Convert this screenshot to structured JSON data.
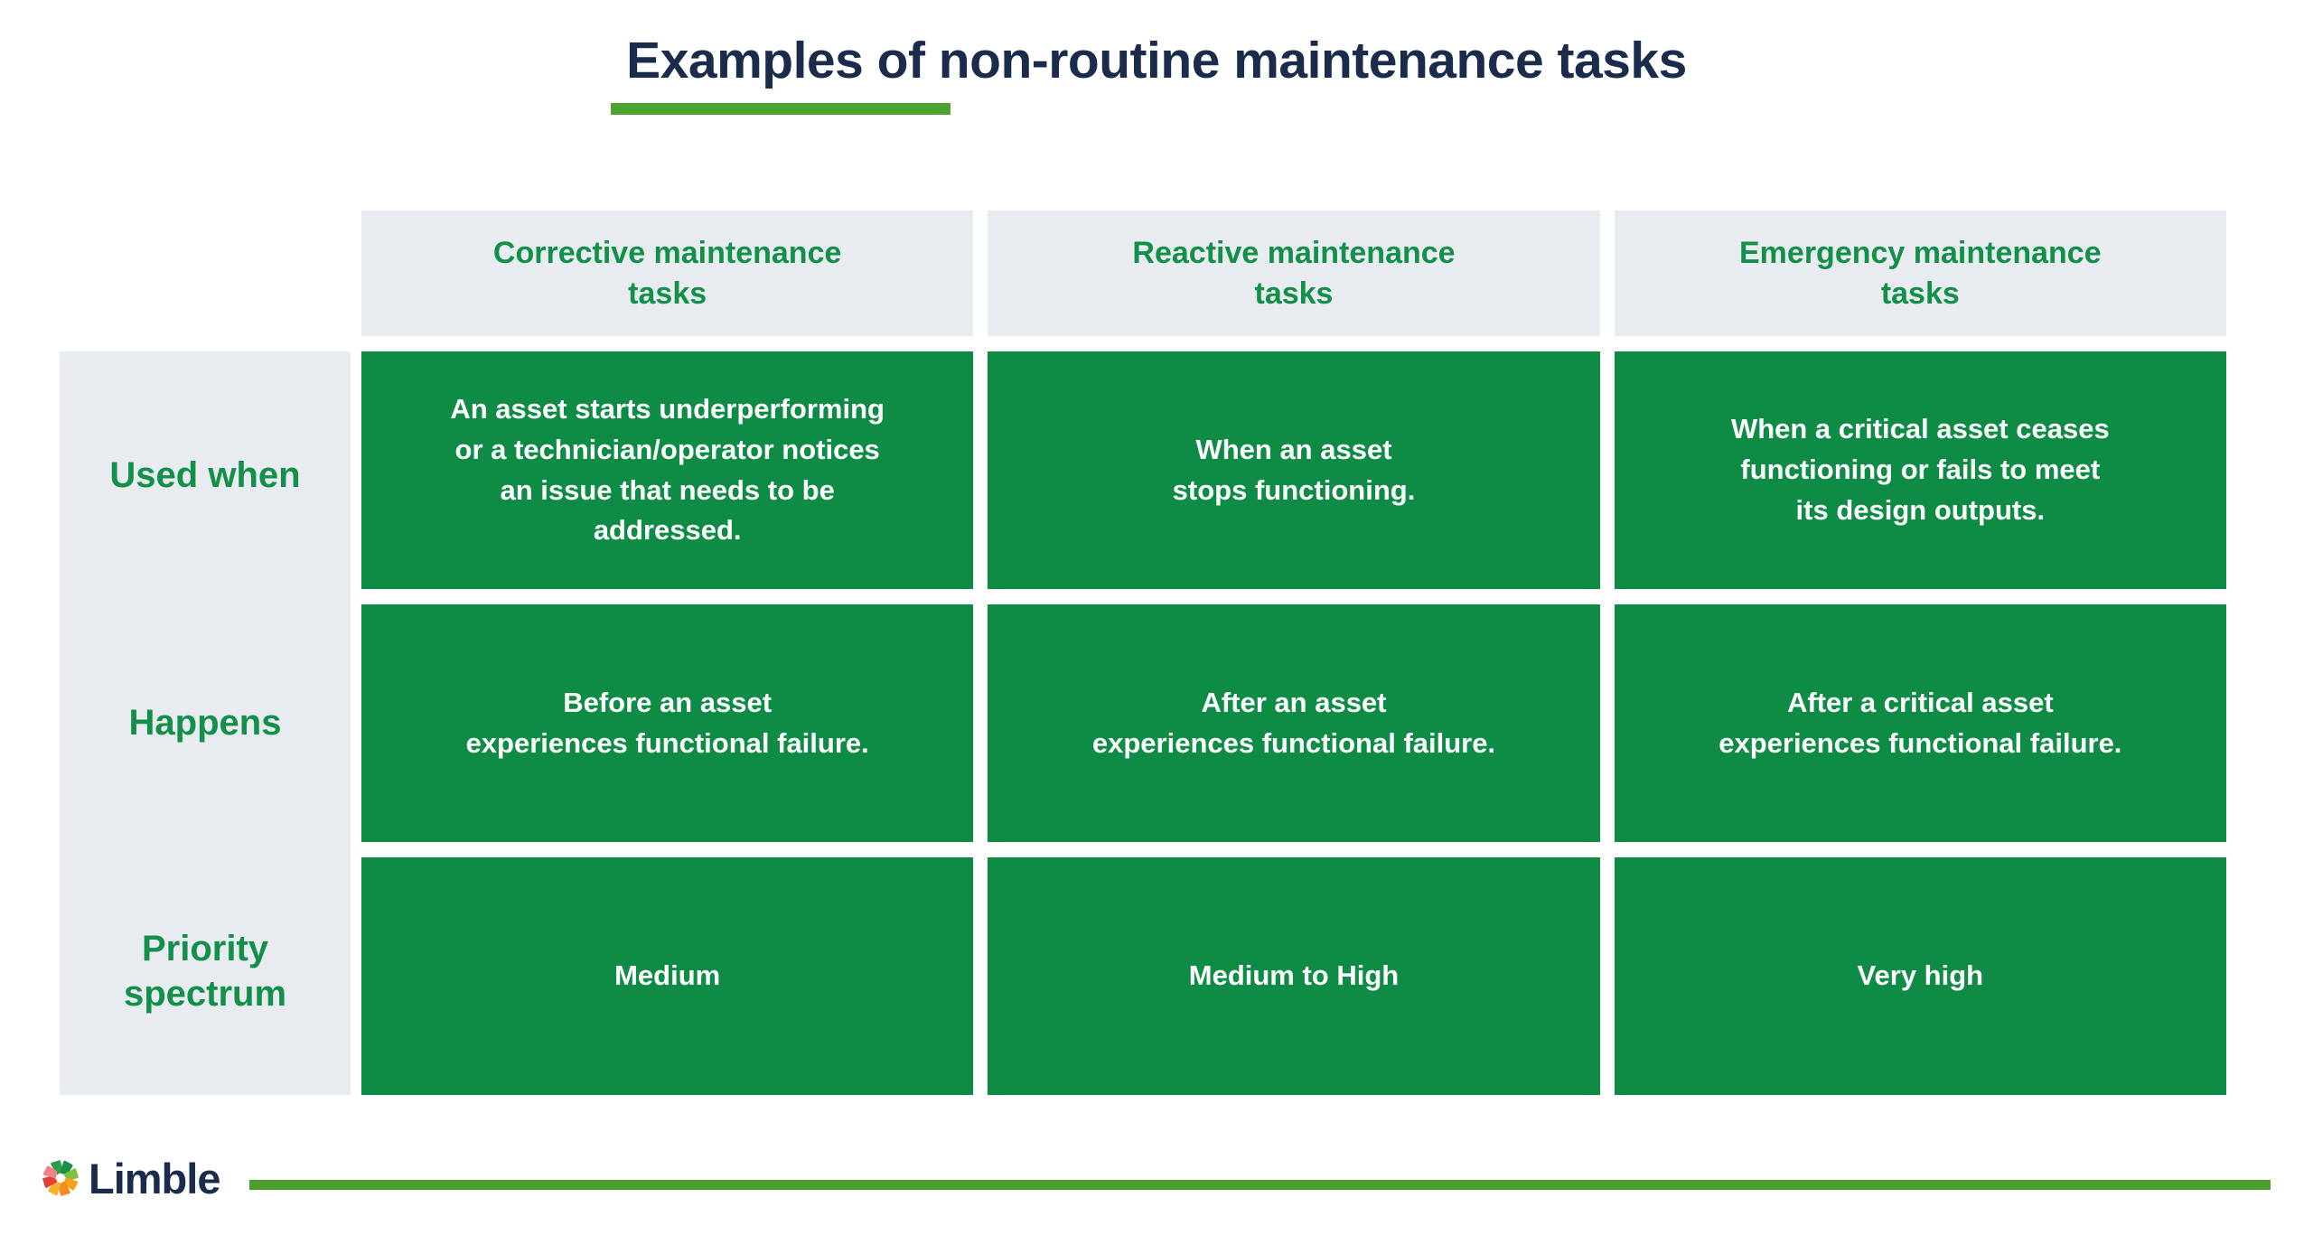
{
  "title": {
    "text": "Examples of non-routine maintenance tasks"
  },
  "table": {
    "column_headers": [
      "Corrective maintenance\ntasks",
      "Reactive maintenance\ntasks",
      "Emergency maintenance\ntasks"
    ],
    "row_headers": [
      "Used when",
      "Happens",
      "Priority\nspectrum"
    ],
    "rows": [
      [
        "An asset starts underperforming\nor a technician/operator notices\nan issue that needs to be\naddressed.",
        "When an asset\nstops functioning.",
        "When a critical asset ceases\nfunctioning or fails to meet\nits design outputs."
      ],
      [
        "Before an asset\nexperiences functional failure.",
        "After an asset\nexperiences functional failure.",
        "After a critical asset\nexperiences functional failure."
      ],
      [
        "Medium",
        "Medium to High",
        "Very high"
      ]
    ]
  },
  "footer": {
    "brand": "Limble",
    "logo_icon": "limble-pinwheel-gear-icon"
  },
  "colors": {
    "cell_green": "#0E8C46",
    "header_text_green": "#12904A",
    "light_gray_band": "#E8EBEF",
    "navy_text": "#1B2B4B",
    "accent_line_green": "#4CA32E"
  },
  "chart_data": {
    "type": "table",
    "title": "Examples of non-routine maintenance tasks",
    "columns": [
      "",
      "Corrective maintenance tasks",
      "Reactive maintenance tasks",
      "Emergency maintenance tasks"
    ],
    "rows": [
      [
        "Used when",
        "An asset starts underperforming or a technician/operator notices an issue that needs to be addressed.",
        "When an asset stops functioning.",
        "When a critical asset ceases functioning or fails to meet its design outputs."
      ],
      [
        "Happens",
        "Before an asset experiences functional failure.",
        "After an asset experiences functional failure.",
        "After a critical asset experiences functional failure."
      ],
      [
        "Priority spectrum",
        "Medium",
        "Medium to High",
        "Very high"
      ]
    ],
    "legend_position": "none",
    "grid": false
  }
}
